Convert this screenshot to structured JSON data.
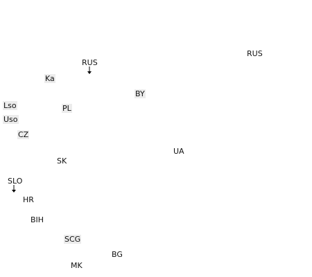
{
  "map": {
    "labels": {
      "rus_east": "RUS",
      "rus_kaliningrad": "RUS",
      "ka": "Ka",
      "by": "BY",
      "lso": "Lso",
      "pl": "PL",
      "uso": "Uso",
      "cz": "CZ",
      "ua": "UA",
      "sk": "SK",
      "slo": "SLO",
      "hr": "HR",
      "bih": "BIH",
      "scg": "SCG",
      "bg": "BG",
      "mk": "MK"
    },
    "colors": {
      "background": "#ffffff",
      "text": "#111111",
      "label_highlight": "#ececec",
      "arrow": "#000000"
    }
  }
}
